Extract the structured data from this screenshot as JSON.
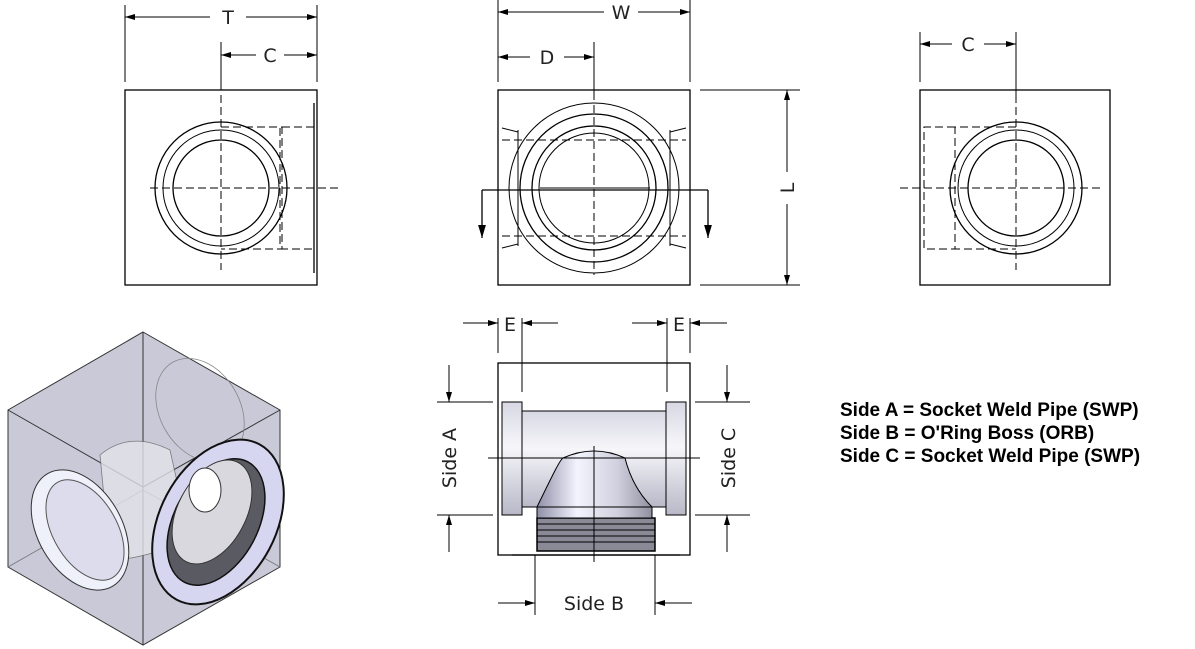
{
  "dimensions": {
    "T": "T",
    "C_left": "C",
    "W": "W",
    "D": "D",
    "L": "L",
    "C_right": "C",
    "E_left": "E",
    "E_right": "E"
  },
  "section_labels": {
    "side_a": "Side A",
    "side_b": "Side B",
    "side_c": "Side C"
  },
  "legend": [
    "Side A = Socket Weld Pipe (SWP)",
    "Side B = O'Ring Boss (ORB)",
    "Side C = Socket Weld Pipe (SWP)"
  ],
  "colors": {
    "iso_body": "#c9c9d8",
    "iso_face": "#d6d6f0"
  }
}
